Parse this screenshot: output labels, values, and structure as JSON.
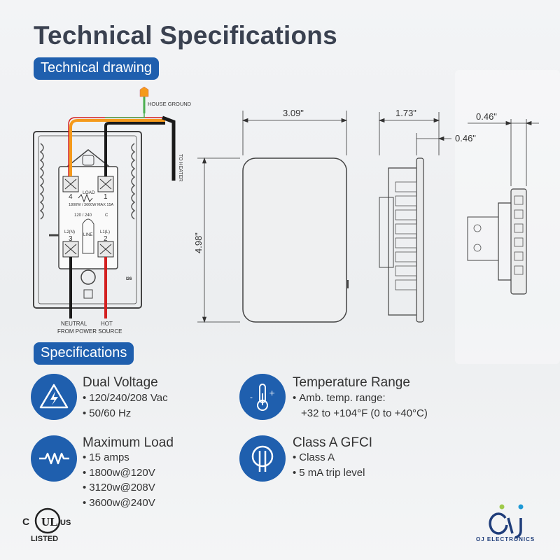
{
  "title": "Technical Specifications",
  "sections": {
    "drawing_label": "Technical drawing",
    "specs_label": "Specifications"
  },
  "drawing": {
    "house_ground": "HOUSE GROUND",
    "to_heater": "TO HEATER",
    "load": "LOAD",
    "load_rating": "1800W / 3600W MAX 15A",
    "voltage": "120 / 240",
    "c_mark": "C",
    "line": "LINE",
    "l2n": "L2(N)",
    "l1l": "L1(L)",
    "t4": "4",
    "t1": "1",
    "t3": "3",
    "t2": "2",
    "neutral": "NEUTRAL",
    "from_power": "FROM POWER SOURCE",
    "hot": "HOT",
    "rev": "I26",
    "dim_width": "3.09\"",
    "dim_height": "4.98\"",
    "dim_depth": "1.73\"",
    "dim_depth2": "0.46\"",
    "dim_side": "0.46\""
  },
  "specs": [
    {
      "icon": "high-voltage-icon",
      "title": "Dual Voltage",
      "items": [
        "120/240/208 Vac",
        "50/60 Hz"
      ]
    },
    {
      "icon": "temperature-icon",
      "title": "Temperature Range",
      "items": [
        "Amb. temp. range:",
        "+32 to +104°F (0 to +40°C)"
      ]
    },
    {
      "icon": "resistor-icon",
      "title": "Maximum Load",
      "items": [
        "15 amps",
        "1800w@120V",
        "3120w@208V",
        "3600w@240V"
      ]
    },
    {
      "icon": "gfci-icon",
      "title": "Class A GFCI",
      "items": [
        "Class A",
        "5 mA trip level"
      ]
    }
  ],
  "certification": {
    "ul_c": "C",
    "ul": "UL",
    "ul_us": "US",
    "listed": "LISTED"
  },
  "brand": {
    "name": "OJ ELECTRONICS"
  },
  "colors": {
    "accent": "#1f5fae",
    "wire_red": "#d32020",
    "wire_orange": "#f59a1b",
    "wire_green": "#4caf50"
  }
}
